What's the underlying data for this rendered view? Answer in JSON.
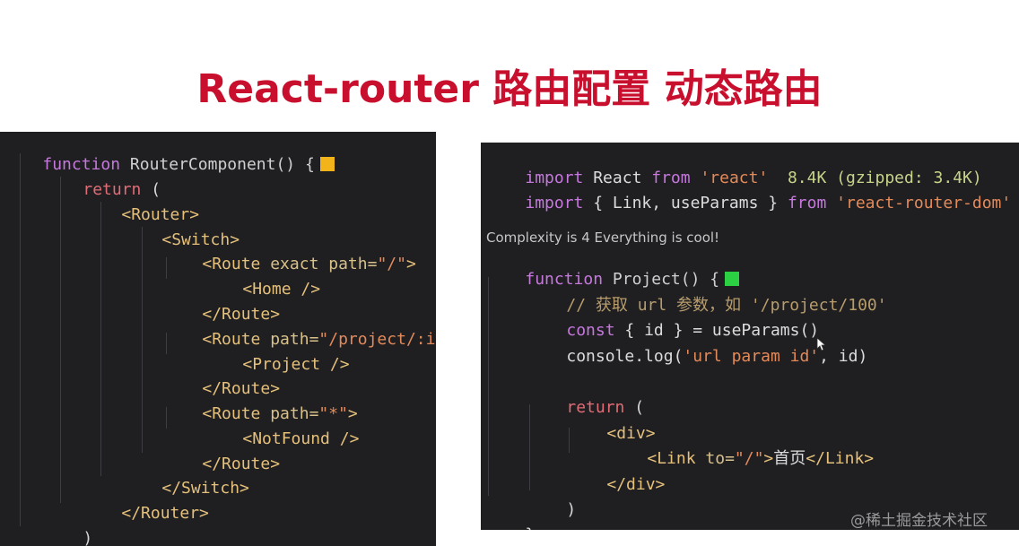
{
  "slide": {
    "title": "React-router 路由配置 动态路由",
    "watermark": "@稀土掘金技术社区"
  },
  "left_code": {
    "l1_kw": "function ",
    "l1_name": "RouterComponent() {",
    "l2_kw": "return",
    "l2_rest": " (",
    "l3": "<Router>",
    "l4": "<Switch>",
    "l5_tag": "<Route ",
    "l5_attr": "exact path=",
    "l5_str": "\"/\"",
    "l5_end": ">",
    "l6": "<Home />",
    "l7": "</Route>",
    "l8_tag": "<Route ",
    "l8_attr": "path=",
    "l8_str": "\"/project/:id\"",
    "l8_end": ">",
    "l9": "<Project />",
    "l10": "</Route>",
    "l11_tag": "<Route ",
    "l11_attr": "path=",
    "l11_str": "\"*\"",
    "l11_end": ">",
    "l12": "<NotFound />",
    "l13": "</Route>",
    "l14": "</Switch>",
    "l15": "</Router>",
    "l16": ")",
    "l17": "}"
  },
  "right_code": {
    "r1_kw": "import ",
    "r1_name": "React ",
    "r1_from": "from ",
    "r1_str": "'react'",
    "r1_size": "  8.4K (gzipped: 3.4K)",
    "r2_kw": "import ",
    "r2_name": "{ Link, useParams } ",
    "r2_from": "from ",
    "r2_str": "'react-router-dom'",
    "hint": "Complexity is 4 Everything is cool!",
    "r4_kw": "function ",
    "r4_name": "Project() {",
    "r5": "// 获取 url 参数，如 '/project/100'",
    "r6_kw": "const ",
    "r6_rest": "{ id } = useParams()",
    "r7_a": "console.log(",
    "r7_str": "'url param id'",
    "r7_b": ", id)",
    "r8_kw": "return",
    "r8_rest": " (",
    "r9": "<div>",
    "r10_tag": "<Link ",
    "r10_attr": "to=",
    "r10_str": "\"/\"",
    "r10_gt": ">",
    "r10_text": "首页",
    "r10_close": "</Link>",
    "r11": "</div>",
    "r12": ")",
    "r13": "}"
  },
  "colors": {
    "title": "#c8102e",
    "editor_bg": "#1f1f22",
    "complexity_ok": "#2bd142",
    "complexity_warn": "#f2b31b"
  }
}
